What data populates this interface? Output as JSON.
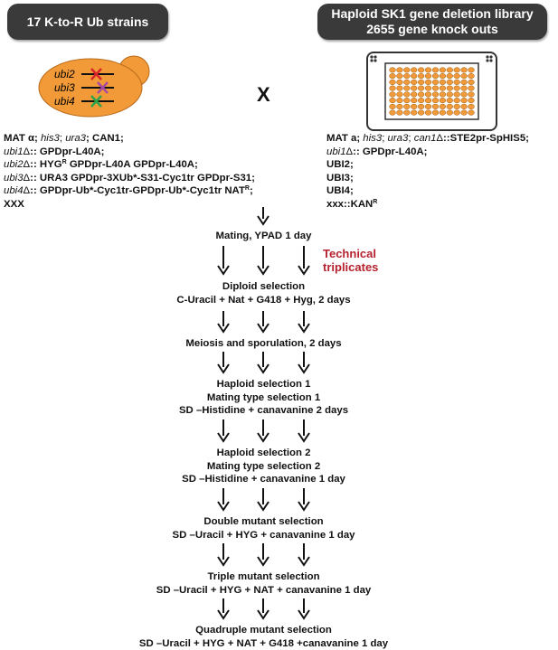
{
  "left_header": {
    "line1": "17 K-to-R Ub strains"
  },
  "right_header": {
    "line1": "Haploid SK1 gene deletion library",
    "line2": "2655 gene knock outs"
  },
  "yeast_cell": {
    "genes": [
      "ubi2",
      "ubi3",
      "ubi4"
    ],
    "fill_color": "#f29a38",
    "mark_colors": [
      "#d8262a",
      "#a64ca0",
      "#2fa34a"
    ]
  },
  "cross_symbol": "X",
  "left_genotype": {
    "line1": {
      "a": "MAT α; ",
      "b": "his3",
      "c": "; ",
      "d": "ura3",
      "e": "; CAN1;"
    },
    "line2": {
      "a": "ubi1",
      "b": "Δ",
      "c": ":: GPDpr-L40A;"
    },
    "line3": {
      "a": "ubi2",
      "b": "Δ",
      "c": ":: HYG",
      "sup": "R",
      "d": " GPDpr-L40A GPDpr-L40A;"
    },
    "line4": {
      "a": "ubi3",
      "b": "Δ",
      "c": ":: URA3 GPDpr-3XUb*-S31-Cyc1tr GPDpr-S31;"
    },
    "line5": {
      "a": "ubi4",
      "b": "Δ",
      "c": ":: GPDpr-Ub*-Cyc1tr-GPDpr-Ub*-Cyc1tr NAT",
      "sup": "R",
      "d": ";"
    },
    "line6": "XXX"
  },
  "right_genotype": {
    "line1": {
      "a": "MAT a; ",
      "b": "his3",
      "c": "; ",
      "d": "ura3",
      "e": "; ",
      "f": "can1",
      "g": "Δ",
      "h": "::STE2pr-SpHIS5;"
    },
    "line2": {
      "a": "ubi1",
      "b": "Δ",
      "c": ":: GPDpr-L40A;"
    },
    "line3": "UBI2;",
    "line4": "UBI3;",
    "line5": "UBI4;",
    "line6": {
      "a": "xxx::KAN",
      "sup": "R"
    }
  },
  "technical_note": {
    "line1": "Technical",
    "line2": "triplicates"
  },
  "steps": [
    {
      "lines": [
        "Mating, YPAD 1 day"
      ]
    },
    {
      "lines": [
        "Diploid selection",
        "C-Uracil + Nat + G418 + Hyg, 2 days"
      ]
    },
    {
      "lines": [
        "Meiosis and sporulation, 2 days"
      ]
    },
    {
      "lines": [
        "Haploid selection 1",
        "Mating type selection 1",
        "SD –Histidine + canavanine 2 days"
      ]
    },
    {
      "lines": [
        "Haploid selection 2",
        "Mating type selection 2",
        "SD –Histidine + canavanine 1 day"
      ]
    },
    {
      "lines": [
        "Double mutant selection",
        "SD –Uracil + HYG + canavanine 1 day"
      ]
    },
    {
      "lines": [
        "Triple mutant selection",
        "SD –Uracil + HYG + NAT + canavanine 1 day"
      ]
    },
    {
      "lines": [
        "Quadruple mutant selection",
        "SD –Uracil + HYG + NAT + G418 +canavanine 1 day"
      ]
    }
  ],
  "plate": {
    "rows": 8,
    "cols": 12,
    "well_color": "#f29a38",
    "frame_color": "#333333"
  },
  "colors": {
    "header_bg": "#3a3a3a",
    "technical_red": "#b5222e"
  }
}
